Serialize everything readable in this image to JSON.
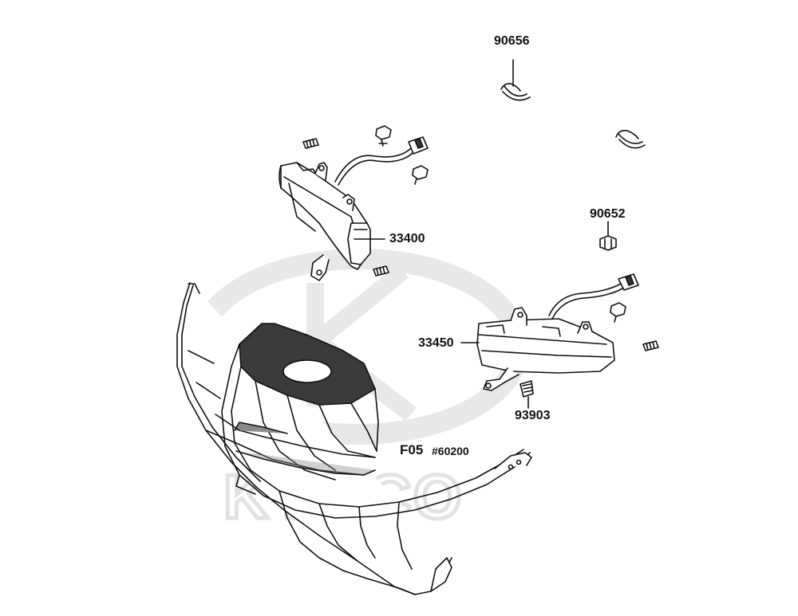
{
  "watermark": {
    "brand_text": "KYMCO",
    "color": "#e6e6e6"
  },
  "colors": {
    "line": "#111111",
    "fill_dark": "#3a3a3a",
    "fill_mid": "#8a8a8a",
    "fill_light": "#ffffff"
  },
  "labels": {
    "part_90656": "90656",
    "part_90652": "90652",
    "part_33400": "33400",
    "part_33450": "33450",
    "part_93903": "93903",
    "ref_f05": "F05",
    "ref_60200": "#60200"
  }
}
